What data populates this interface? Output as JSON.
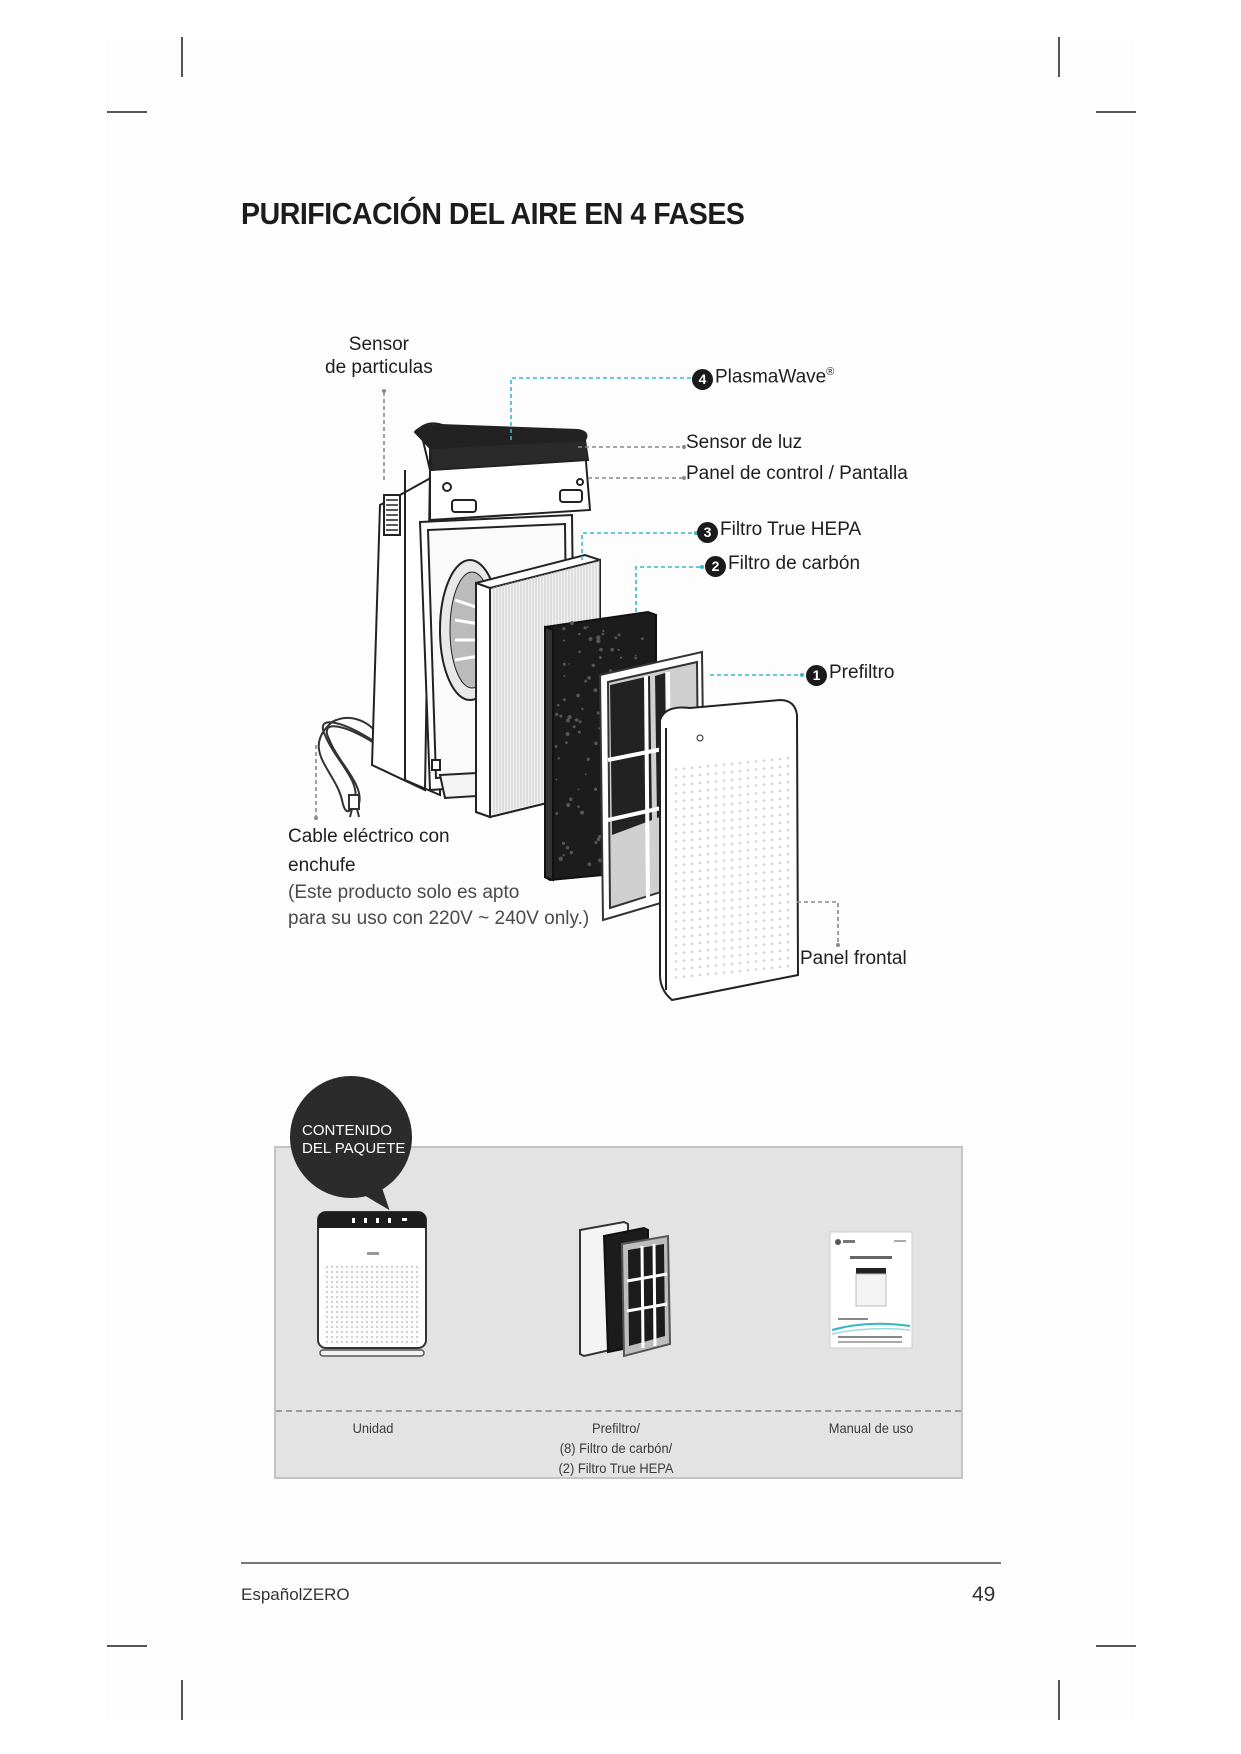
{
  "page": {
    "title": "PURIFICACIÓN DEL AIRE EN 4 FASES"
  },
  "diagram": {
    "labels": {
      "particle_sensor": [
        "Sensor",
        "de particulas"
      ],
      "plasmawave": {
        "number": "4",
        "text": "PlasmaWave",
        "mark": "®"
      },
      "light_sensor": "Sensor de luz",
      "control_panel": "Panel de control / Pantalla",
      "hepa_filter": {
        "number": "3",
        "text": "Filtro True HEPA"
      },
      "carbon_filter": {
        "number": "2",
        "text": "Filtro de carbón"
      },
      "prefilter": {
        "number": "1",
        "text": "Prefiltro"
      },
      "power_cord": [
        "Cable eléctrico con",
        "enchufe"
      ],
      "power_note": [
        "(Este producto solo es apto",
        "para su uso con 220V ~ 240V only.)"
      ],
      "front_panel": "Panel frontal"
    },
    "colors": {
      "leader_cyan": "#3bb6cf",
      "leader_gray": "#8a8a8a",
      "badge": "#1a1a1a"
    }
  },
  "package": {
    "bubble": [
      "CONTENIDO",
      "DEL PAQUETE"
    ],
    "items": [
      {
        "lines": [
          "Unidad"
        ]
      },
      {
        "lines": [
          "Prefiltro/",
          "(8) Filtro de carbón/",
          "(2) Filtro True HEPA"
        ]
      },
      {
        "lines": [
          "Manual de uso"
        ]
      }
    ]
  },
  "footer": {
    "left": "EspañolZERO",
    "page_number": "49"
  }
}
